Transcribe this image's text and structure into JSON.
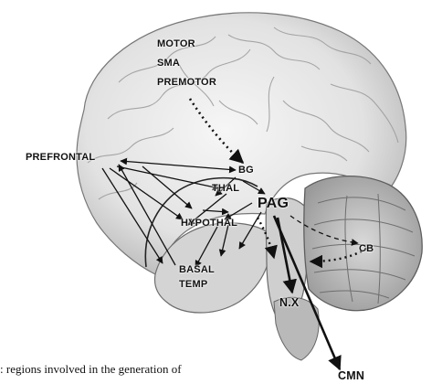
{
  "labels": {
    "motor": "MOTOR",
    "sma": "SMA",
    "premotor": "PREMOTOR",
    "prefrontal": "PREFRONTAL",
    "bg": "BG",
    "thal": "THAL",
    "pag": "PAG",
    "hypothal": "HYPOTHAL",
    "cb": "CB",
    "basal": "BASAL",
    "temp": "TEMP",
    "nx": "N.X",
    "cmn": "CMN"
  },
  "caption": ": regions involved in the generation of",
  "colors": {
    "ink": "#111111",
    "tissue_light": "#e8e8e8",
    "tissue_mid": "#c4c4c4",
    "tissue_dark": "#8a8a8a"
  }
}
